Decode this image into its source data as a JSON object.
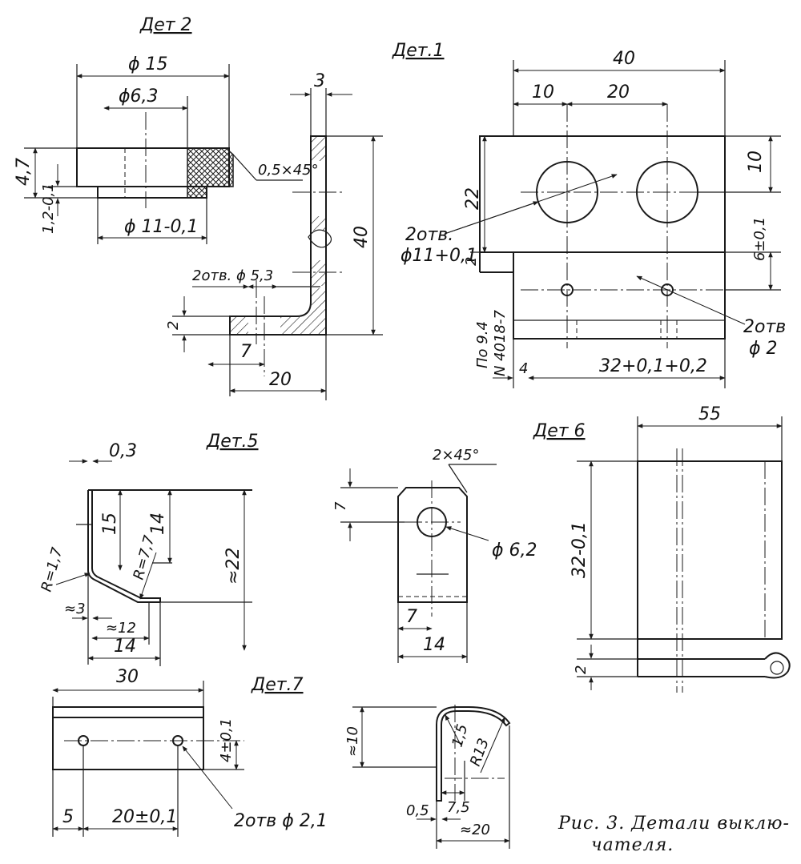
{
  "titles": {
    "det1": "Дет.1",
    "det2": "Дет 2",
    "det5": "Дет.5",
    "det6": "Дет 6",
    "det7": "Дет.7"
  },
  "det2": {
    "d15": "ϕ 15",
    "d63": "ϕ6,3",
    "d11": "ϕ 11-0,1",
    "h47": "4,7",
    "h12": "1,2-0,1",
    "chamfer": "0,5×45°"
  },
  "angle": {
    "t3": "3",
    "h40": "40",
    "holes": "2отв. ϕ 5,3",
    "t2": "2",
    "w7": "7",
    "w20": "20"
  },
  "det1": {
    "w40": "40",
    "w10": "10",
    "w20": "20",
    "h10": "10",
    "h22": "22",
    "holes_big_1": "2отв.",
    "holes_big_2": "ϕ11+0,1",
    "t2": "2",
    "h6": "6±0,1",
    "note_1": "По 9.4",
    "note_2": "N 4018-7",
    "holes_small_1": "2отв",
    "holes_small_2": "ϕ 2",
    "w4": "4",
    "w32": "32+0,1+0,2"
  },
  "det5": {
    "t03": "0,3",
    "h15": "15",
    "h14": "14",
    "r17": "R=1,7",
    "r77": "R=7,7",
    "h22": "≈22",
    "d3": "≈3",
    "w12": "≈12",
    "w14": "14"
  },
  "tab": {
    "chamfer": "2×45°",
    "h7": "7",
    "hole": "ϕ 6,2",
    "w7": "7",
    "w14": "14"
  },
  "det6": {
    "w55": "55",
    "h32": "32-0,1",
    "h2": "2"
  },
  "det7": {
    "w30": "30",
    "h4": "4±0,1",
    "w5": "5",
    "w20": "20±0,1",
    "holes": "2отв ϕ 2,1"
  },
  "clip": {
    "h10": "≈10",
    "r15": "1,5",
    "r13": "R13",
    "w75": "7,5",
    "t05": "0,5",
    "w20": "≈20"
  },
  "caption": {
    "line1": "Рис. 3. Детали выклю-",
    "line2": "чателя."
  }
}
